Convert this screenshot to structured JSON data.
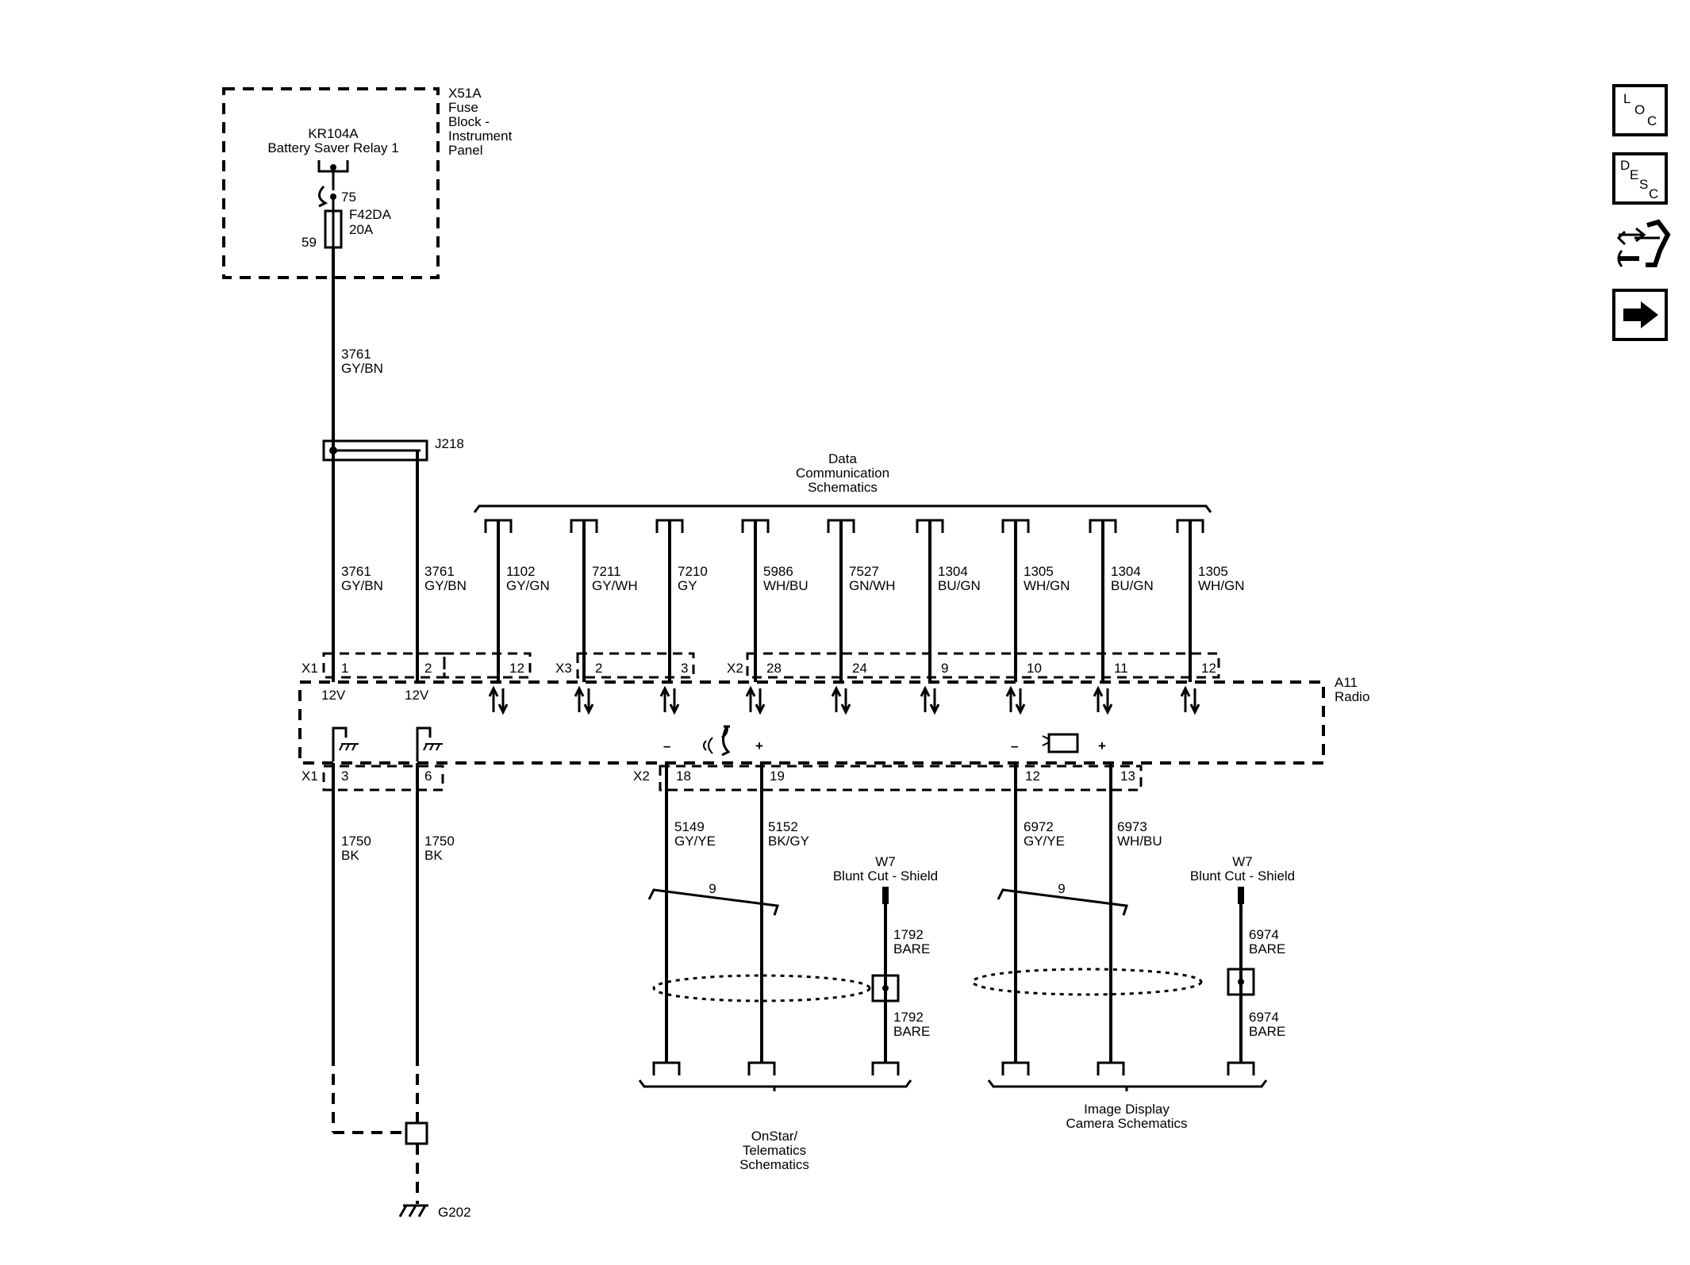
{
  "fuse_block": {
    "id": "X51A",
    "name_lines": [
      "Fuse",
      "Block -",
      "Instrument",
      "Panel"
    ],
    "relay_id": "KR104A",
    "relay_name": "Battery Saver Relay 1",
    "relay_pin": "75",
    "fuse_id": "F42DA",
    "fuse_rating": "20A",
    "fuse_pin": "59"
  },
  "feed_wire": {
    "circuit": "3761",
    "color": "GY/BN"
  },
  "splice": {
    "id": "J218"
  },
  "power_wires": [
    {
      "circuit": "3761",
      "color": "GY/BN",
      "connector": "X1",
      "pin": "1",
      "voltage": "12V"
    },
    {
      "circuit": "3761",
      "color": "GY/BN",
      "connector": "",
      "pin": "2",
      "voltage": "12V"
    }
  ],
  "data_bus": {
    "label_lines": [
      "Data",
      "Communication",
      "Schematics"
    ],
    "wires": [
      {
        "circuit": "1102",
        "color": "GY/GN",
        "connector": "",
        "pin": "12"
      },
      {
        "circuit": "7211",
        "color": "GY/WH",
        "connector": "X3",
        "pin": "2"
      },
      {
        "circuit": "7210",
        "color": "GY",
        "connector": "",
        "pin": "3"
      },
      {
        "circuit": "5986",
        "color": "WH/BU",
        "connector": "X2",
        "pin": "28"
      },
      {
        "circuit": "7527",
        "color": "GN/WH",
        "connector": "",
        "pin": "24"
      },
      {
        "circuit": "1304",
        "color": "BU/GN",
        "connector": "",
        "pin": "9"
      },
      {
        "circuit": "1305",
        "color": "WH/GN",
        "connector": "",
        "pin": "10"
      },
      {
        "circuit": "1304",
        "color": "BU/GN",
        "connector": "",
        "pin": "11"
      },
      {
        "circuit": "1305",
        "color": "WH/GN",
        "connector": "",
        "pin": "12"
      }
    ]
  },
  "module": {
    "id": "A11",
    "name": "Radio"
  },
  "signal_marks": {
    "minus": "–",
    "plus": "+"
  },
  "ground_wires": [
    {
      "circuit": "1750",
      "color": "BK",
      "connector": "X1",
      "pin": "3"
    },
    {
      "circuit": "1750",
      "color": "BK",
      "connector": "",
      "pin": "6"
    }
  ],
  "ground": {
    "id": "G202"
  },
  "mic_wires": [
    {
      "circuit": "5149",
      "color": "GY/YE",
      "connector": "X2",
      "pin": "18"
    },
    {
      "circuit": "5152",
      "color": "BK/GY",
      "connector": "",
      "pin": "19"
    }
  ],
  "camera_wires": [
    {
      "circuit": "6972",
      "color": "GY/YE",
      "connector": "",
      "pin": "12"
    },
    {
      "circuit": "6973",
      "color": "WH/BU",
      "connector": "",
      "pin": "13"
    }
  ],
  "twist_label": "9",
  "shield_left": {
    "id": "W7",
    "name": "Blunt Cut - Shield",
    "circuit": "1792",
    "color": "BARE"
  },
  "shield_right": {
    "id": "W7",
    "name": "Blunt Cut - Shield",
    "circuit": "6974",
    "color": "BARE"
  },
  "onstar_label_lines": [
    "OnStar/",
    "Telematics",
    "Schematics"
  ],
  "camera_label_lines": [
    "Image Display",
    "Camera Schematics"
  ],
  "nav_buttons": {
    "loc": [
      "L",
      "O",
      "C"
    ],
    "desc": [
      "D",
      "E",
      "S",
      "C"
    ],
    "diag_icon": "diagnostic-wrench-icon",
    "next_icon": "right-arrow-icon"
  }
}
